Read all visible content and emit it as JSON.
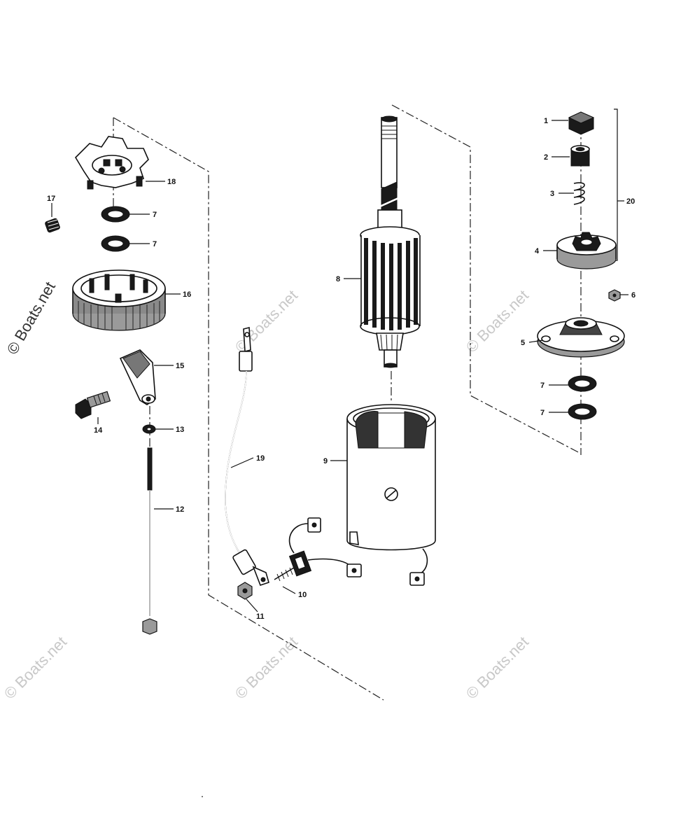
{
  "watermark": {
    "text": "© Boats.net"
  },
  "parts": [
    {
      "id": "1",
      "label": "1"
    },
    {
      "id": "2",
      "label": "2"
    },
    {
      "id": "3",
      "label": "3"
    },
    {
      "id": "4",
      "label": "4"
    },
    {
      "id": "5",
      "label": "5"
    },
    {
      "id": "6",
      "label": "6"
    },
    {
      "id": "7a",
      "label": "7"
    },
    {
      "id": "7b",
      "label": "7"
    },
    {
      "id": "7c",
      "label": "7"
    },
    {
      "id": "7d",
      "label": "7"
    },
    {
      "id": "8",
      "label": "8"
    },
    {
      "id": "9",
      "label": "9"
    },
    {
      "id": "10",
      "label": "10"
    },
    {
      "id": "11",
      "label": "11"
    },
    {
      "id": "12",
      "label": "12"
    },
    {
      "id": "13",
      "label": "13"
    },
    {
      "id": "14",
      "label": "14"
    },
    {
      "id": "15",
      "label": "15"
    },
    {
      "id": "16",
      "label": "16"
    },
    {
      "id": "17",
      "label": "17"
    },
    {
      "id": "18",
      "label": "18"
    },
    {
      "id": "19",
      "label": "19"
    },
    {
      "id": "20",
      "label": "20"
    }
  ]
}
